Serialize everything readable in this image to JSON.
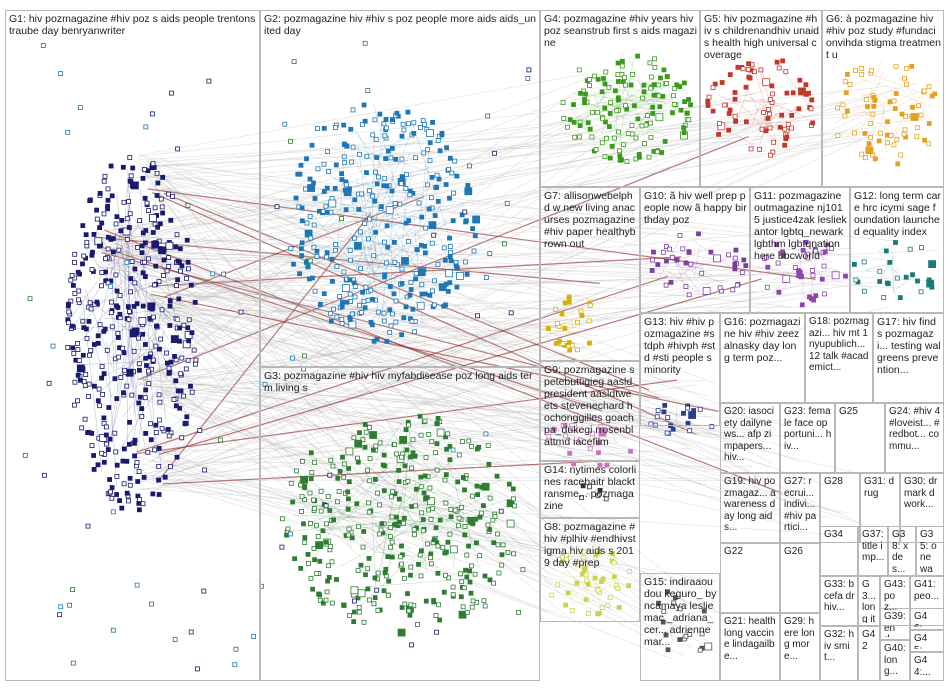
{
  "groups": [
    {
      "id": "G1",
      "label": "G1: hiv pozmagazine #hiv poz s aids people trentonstraube day benryanwriter",
      "color": "#1a1a6e"
    },
    {
      "id": "G2",
      "label": "G2: pozmagazine hiv #hiv s poz people more aids aids_united day",
      "color": "#1f77b4"
    },
    {
      "id": "G3",
      "label": "G3: pozmagazine #hiv hiv myfabdisease poz long aids term living s",
      "color": "#2e7d32"
    },
    {
      "id": "G4",
      "label": "G4: pozmagazine #hiv years hiv poz seanstrub first s aids magazine",
      "color": "#3a9a1c"
    },
    {
      "id": "G5",
      "label": "G5: hiv pozmagazine #hiv s childrenandhiv unaids health high universal coverage",
      "color": "#c0392b"
    },
    {
      "id": "G6",
      "label": "G6: à pozmagazine hiv #hiv poz study #fundacionvihda stigma treatment u",
      "color": "#e6a020"
    },
    {
      "id": "G7",
      "label": "G7: allisonwebelphd w new living anacurses pozmagazine #hiv paper healthybrown out",
      "color": "#d4b000"
    },
    {
      "id": "G8",
      "label": "G8: pozmagazine #hiv #plhiv #endhivstigma hiv aids s 2019 day #prep",
      "color": "#c8d44a"
    },
    {
      "id": "G9",
      "label": "G9: pozmagazine s petebuttigieg aasldpresident aasldtweets stevenechard hochonggilles goachpa_dukegi rrosenblattmd iacefilm",
      "color": "#d070c0"
    },
    {
      "id": "G10",
      "label": "G10: ã hiv well prep people now ã happy birthday poz",
      "color": "#7b3fa0"
    },
    {
      "id": "G11",
      "label": "G11: pozmagazine outmagazine nj1015 justice4zak lesliekantor lgbtq_newark lgbthm lgbtqnation here bbcworld",
      "color": "#8e44ad"
    },
    {
      "id": "G12",
      "label": "G12: long term care hrc icymi sage foundation launched equality index",
      "color": "#1b7a7a"
    },
    {
      "id": "G13",
      "label": "G13: hiv #hiv pozmagazine #stdph #hivph #std #sti people s minority",
      "color": "#2c3e90"
    },
    {
      "id": "G14",
      "label": "G14: nytimes colorlines racebaitr blacktransme... pozmagazine",
      "color": "#333333"
    },
    {
      "id": "G15",
      "label": "G15: indiraaoudou keguro_ byncamaya lesliemac _adriana_cer... adriennemar...",
      "color": "#555555"
    },
    {
      "id": "G16",
      "label": "G16: pozmagazine hiv #hiv zeezalnasky day long term poz...",
      "color": "#555555"
    },
    {
      "id": "G17",
      "label": "G17: hiv find s pozmagazi... testing walgreens prevention...",
      "color": "#555555"
    },
    {
      "id": "G18",
      "label": "G18: pozmagazi... hiv mt 1 nyupublich... 12 talk #academict...",
      "color": "#555555"
    },
    {
      "id": "G19",
      "label": "G19: hiv pozmagaz... awareness day long aids...",
      "color": "#555555"
    },
    {
      "id": "G20",
      "label": "G20: iasociety dailynews... afp zimpapers... hiv...",
      "color": "#555555"
    },
    {
      "id": "G21",
      "label": "G21: health long vaccine lindagailbe...",
      "color": "#555555"
    },
    {
      "id": "G22",
      "label": "G22",
      "color": "#555555"
    },
    {
      "id": "G23",
      "label": "G23: female face opportuni... hiv...",
      "color": "#555555"
    },
    {
      "id": "G24",
      "label": "G24: #hiv 4 #loveist... #redbot... commu...",
      "color": "#555555"
    },
    {
      "id": "G25",
      "label": "G25",
      "color": "#555555"
    },
    {
      "id": "G26",
      "label": "G26",
      "color": "#555555"
    },
    {
      "id": "G27",
      "label": "G27: recrui... indivi... #hiv partici...",
      "color": "#555555"
    },
    {
      "id": "G28",
      "label": "G28",
      "color": "#555555"
    },
    {
      "id": "G29",
      "label": "G29: here long more...",
      "color": "#555555"
    },
    {
      "id": "G30",
      "label": "G30: dr mark dwork...",
      "color": "#555555"
    },
    {
      "id": "G31",
      "label": "G31: drug",
      "color": "#555555"
    },
    {
      "id": "G32",
      "label": "G32: hiv smit...",
      "color": "#555555"
    },
    {
      "id": "G33",
      "label": "G33: bcefa dr hiv...",
      "color": "#555555"
    },
    {
      "id": "G34",
      "label": "G34",
      "color": "#555555"
    },
    {
      "id": "G35",
      "label": "G35: one way...",
      "color": "#555555"
    },
    {
      "id": "G36",
      "label": "G3... long ita s hiv...",
      "color": "#555555"
    },
    {
      "id": "G37",
      "label": "G37: title imp...",
      "color": "#555555"
    },
    {
      "id": "G38",
      "label": "G38: x des... wor...",
      "color": "#555555"
    },
    {
      "id": "G39",
      "label": "G39: end...",
      "color": "#555555"
    },
    {
      "id": "G40",
      "label": "G40: long...",
      "color": "#555555"
    },
    {
      "id": "G41",
      "label": "G41: peo...",
      "color": "#555555"
    },
    {
      "id": "G42",
      "label": "G42",
      "color": "#555555"
    },
    {
      "id": "G43",
      "label": "G43: poz...",
      "color": "#555555"
    },
    {
      "id": "G44",
      "label": "G44:...",
      "color": "#555555"
    },
    {
      "id": "G45",
      "label": "G45:...",
      "color": "#555555"
    },
    {
      "id": "G46",
      "label": "G46:...",
      "color": "#555555"
    }
  ],
  "node_color": {
    "edge_gray": "#a9a9a9",
    "edge_red": "#8b1a1a",
    "box_border": "#b8b8b8"
  }
}
